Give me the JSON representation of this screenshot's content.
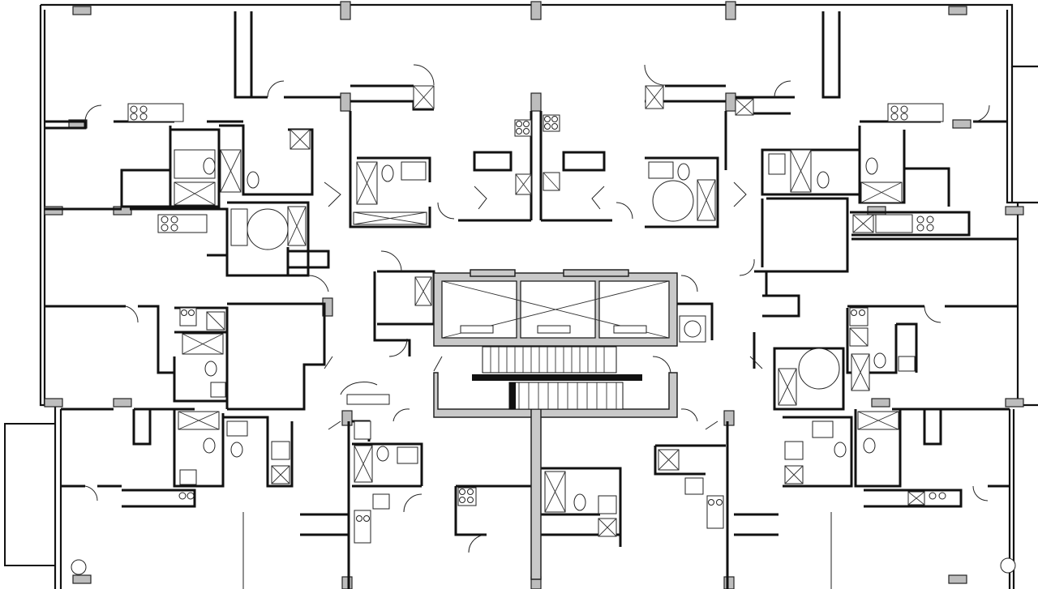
{
  "drawing": {
    "type": "architectural-floor-plan",
    "description_visible_text": []
  },
  "colors": {
    "line": "#111111",
    "concrete": "#c9c9c9",
    "column": "#bdbdbd",
    "background": "#ffffff"
  },
  "elements": {
    "core": [
      "elevator-shaft-1",
      "elevator-shaft-2",
      "elevator-shaft-3"
    ],
    "stairs": [
      "stair-upper",
      "stair-lower"
    ],
    "units_count_visible": 14
  }
}
